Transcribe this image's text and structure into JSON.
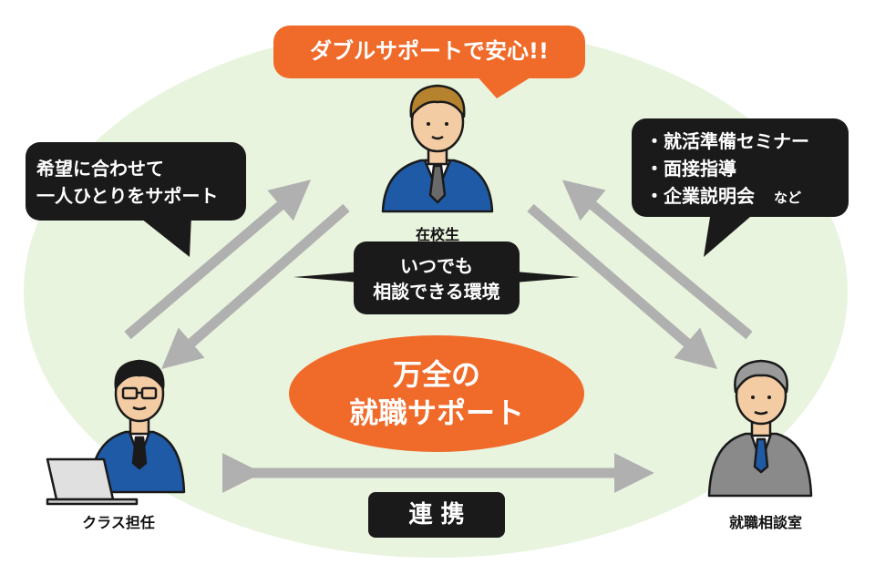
{
  "colors": {
    "background_ellipse": "#e9f4de",
    "orange": "#f06a2a",
    "dark_bubble": "#1a1a1a",
    "arrow_gray": "#b0b0b0",
    "suit_blue": "#1f5aa6",
    "suit_gray": "#8a8a8a"
  },
  "top_bubble": {
    "text": "ダブルサポートで安心!!"
  },
  "left_bubble": {
    "line1": "希望に合わせて",
    "line2": "一人ひとりをサポート"
  },
  "right_bubble": {
    "items": [
      "・就活準備セミナー",
      "・面接指導",
      "・企業説明会"
    ],
    "suffix": "など"
  },
  "center_bubble": {
    "line1": "いつでも",
    "line2": "相談できる環境"
  },
  "center_title": {
    "line1": "万全の",
    "line2": "就職サポート"
  },
  "bottom_label": {
    "text": "連 携"
  },
  "people": {
    "student": "在校生",
    "teacher": "クラス担任",
    "counselor": "就職相談室"
  }
}
